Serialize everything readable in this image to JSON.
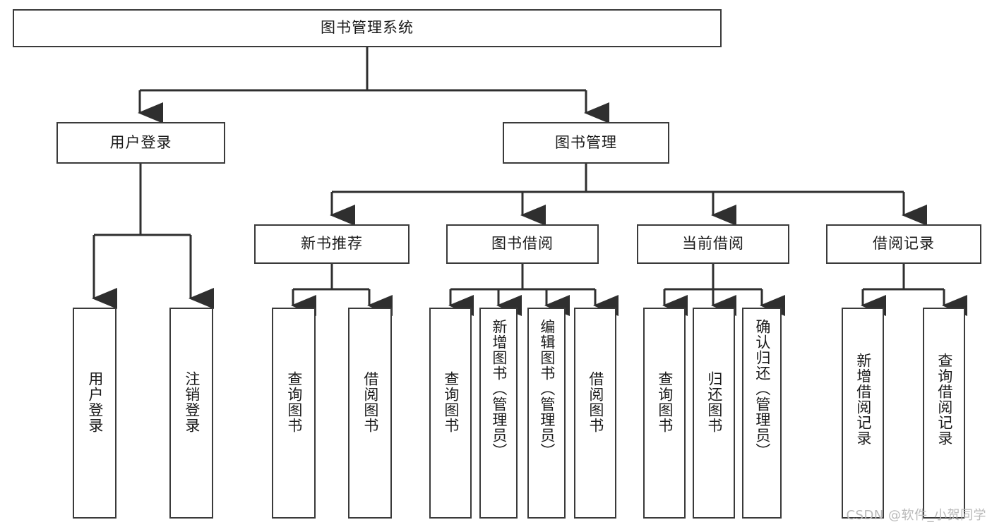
{
  "diagram": {
    "title": "图书管理系统",
    "type": "功能结构图",
    "root": {
      "label": "图书管理系统"
    },
    "level2": [
      {
        "label": "用户登录"
      },
      {
        "label": "图书管理"
      }
    ],
    "level3": [
      {
        "label": "新书推荐"
      },
      {
        "label": "图书借阅"
      },
      {
        "label": "当前借阅"
      },
      {
        "label": "借阅记录"
      }
    ],
    "leaves": {
      "user_login": [
        {
          "label": "用户登录"
        },
        {
          "label": "注销登录"
        }
      ],
      "new_book": [
        {
          "label": "查询图书"
        },
        {
          "label": "借阅图书"
        }
      ],
      "book_borrow": [
        {
          "label": "查询图书"
        },
        {
          "label": "新增图书（管理员）"
        },
        {
          "label": "编辑图书（管理员）"
        },
        {
          "label": "借阅图书"
        }
      ],
      "current_borrow": [
        {
          "label": "查询图书"
        },
        {
          "label": "归还图书"
        },
        {
          "label": "确认归还（管理员）"
        }
      ],
      "borrow_record": [
        {
          "label": "新增借阅记录"
        },
        {
          "label": "查询借阅记录"
        }
      ]
    }
  },
  "watermark": {
    "text": "CSDN @软件_小贺同学"
  },
  "colors": {
    "stroke": "#3a3a3a",
    "text": "#1b1b1b",
    "background": "#ffffff",
    "watermark": "#b9b9b9"
  }
}
